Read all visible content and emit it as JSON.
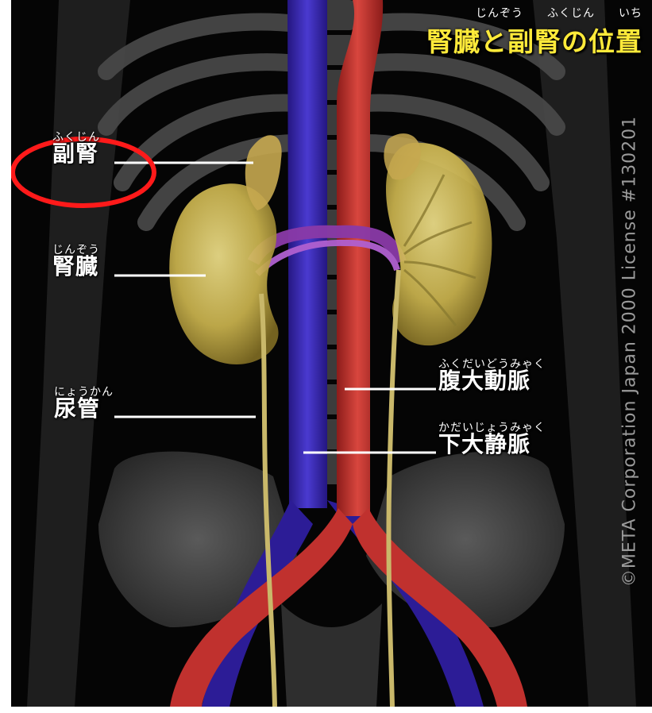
{
  "title": {
    "ruby": "じんぞう　　ふくじん　　いち",
    "text": "腎臓と副腎の位置"
  },
  "labels": {
    "adrenal": {
      "ruby": "ふくじん",
      "text": "副腎"
    },
    "kidney": {
      "ruby": "じんぞう",
      "text": "腎臓"
    },
    "ureter": {
      "ruby": "にょうかん",
      "text": "尿管"
    },
    "aorta": {
      "ruby": "ふくだいどうみゃく",
      "text": "腹大動脈"
    },
    "vena_cava": {
      "ruby": "かだいじょうみゃく",
      "text": "下大静脈"
    }
  },
  "copyright": "©META Corporation Japan 2000 License #130201",
  "colors": {
    "background": "#050505",
    "bone": "#4a4a4a",
    "kidney": "#d8c25a",
    "artery": "#c0312e",
    "vein": "#3a2ab0",
    "ureter": "#c9b86a",
    "renal_band": "#8a3aa8",
    "highlight_circle": "#ff1a1a",
    "title": "#ffea3a"
  }
}
